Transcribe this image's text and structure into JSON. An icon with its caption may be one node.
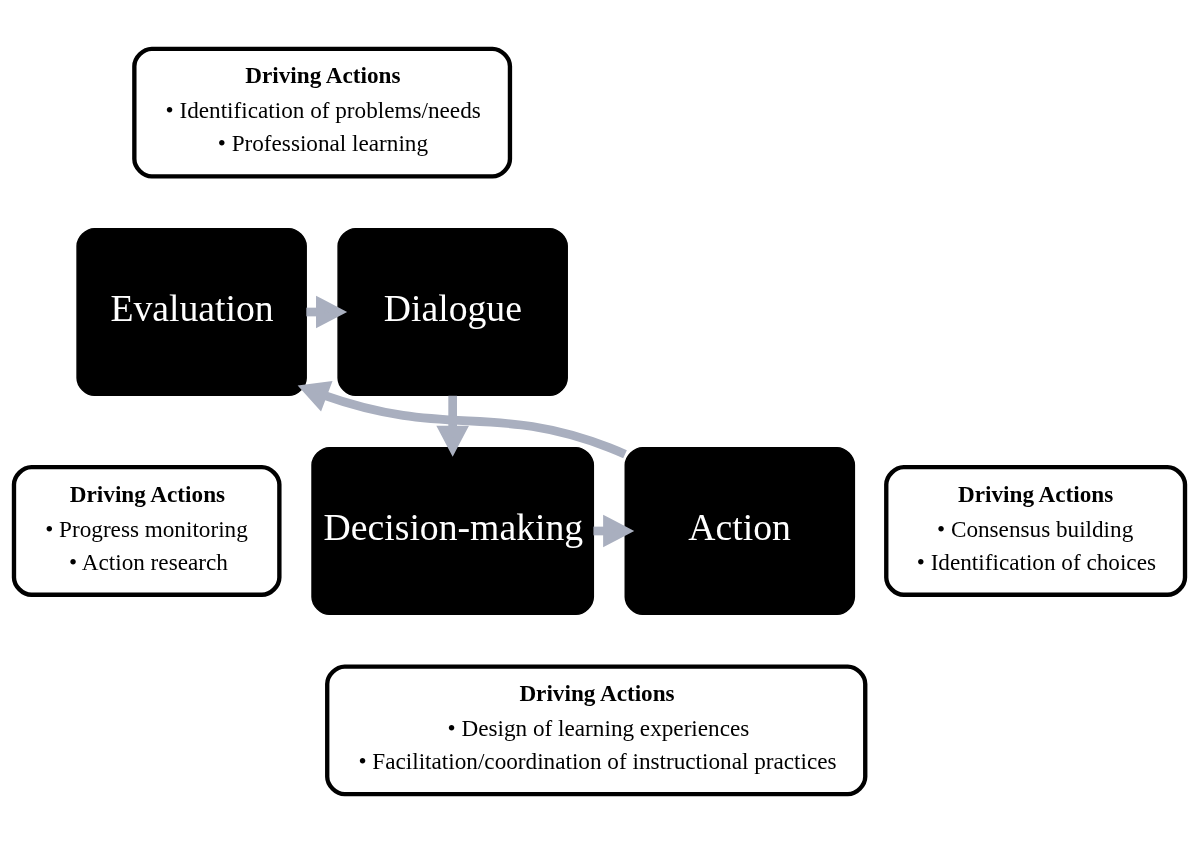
{
  "diagram": {
    "nodes": [
      {
        "text": [
          "Driving Actions",
          "• Identification of problems/needs",
          "• Professional learning"
        ]
      },
      {
        "text": [
          "Evaluation"
        ]
      },
      {
        "text": [
          "Dialogue"
        ]
      },
      {
        "text": [
          "Driving Actions",
          "• Progress monitoring",
          "• Action research"
        ]
      },
      {
        "text": [
          "Driving Actions",
          "• Consensus building",
          "• Identification of choices"
        ]
      },
      {
        "text": [
          "Action"
        ]
      },
      {
        "text": [
          "Decision-making"
        ]
      },
      {
        "text": [
          "Driving Actions",
          "• Design of learning experiences",
          "• Facilitation/coordination of instructional practices"
        ]
      }
    ],
    "edges": [
      {
        "from": 1,
        "to": 2,
        "arrow": "to"
      },
      {
        "from": 2,
        "to": 6,
        "arrow": "to"
      },
      {
        "from": 6,
        "to": 5,
        "arrow": "to"
      },
      {
        "from": 5,
        "to": 1,
        "arrow": "to"
      }
    ]
  }
}
